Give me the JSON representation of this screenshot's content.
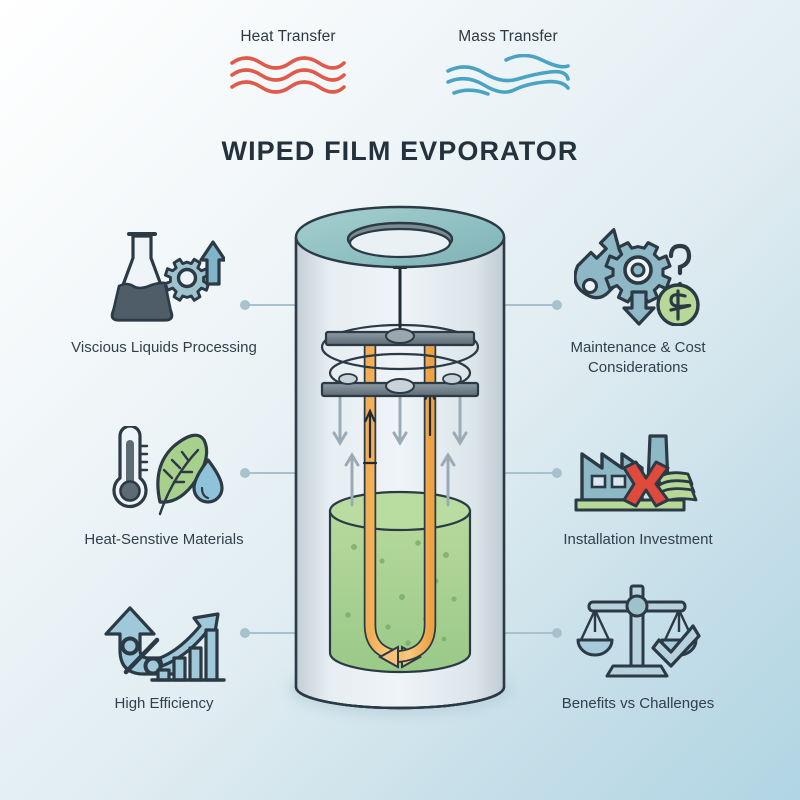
{
  "title": "WIPED FILM EVPORATOR",
  "legend": {
    "items": [
      {
        "label": "Heat Transfer",
        "icon": "wavy-lines-icon",
        "color": "#e05a4a"
      },
      {
        "label": "Mass Transfer",
        "icon": "wavy-lines-icon",
        "color": "#4ba3c3"
      }
    ]
  },
  "features": {
    "left": [
      {
        "label": "Viscious Liquids Processing",
        "icon": "flask-gear-arrow-icon"
      },
      {
        "label": "Heat-Senstive Materials",
        "icon": "thermometer-leaf-droplet-icon"
      },
      {
        "label": "High Efficiency",
        "icon": "percent-growth-chart-icon"
      }
    ],
    "right": [
      {
        "label": "Maintenance & Cost Considerations",
        "icon": "wrench-gear-dollar-icon"
      },
      {
        "label": "Installation Investment",
        "icon": "factory-cross-money-icon"
      },
      {
        "label": "Benefits vs Challenges",
        "icon": "balance-scale-check-icon"
      }
    ]
  },
  "diagram": {
    "name": "wiped-film-evaporator-vessel",
    "colors": {
      "shell": "#d9e4ea",
      "shell_stroke": "#2b3a45",
      "top_ring": "#93c3c4",
      "liquid": "#a8d08d",
      "tube": "#f5b45c",
      "rotor": "#6a7a84",
      "arrow_vapor": "#2b3a45",
      "arrow_flow": "#9aabb5"
    },
    "parts": [
      "glass-shell",
      "top-ring",
      "vapor-outlet-arrow",
      "rotor-disc-upper",
      "rotor-disc-lower",
      "wiper-blade-ring",
      "feed-tube-left",
      "feed-tube-right",
      "product-pool",
      "downflow-arrows",
      "upflow-arrows",
      "recirculation-arrows"
    ]
  }
}
